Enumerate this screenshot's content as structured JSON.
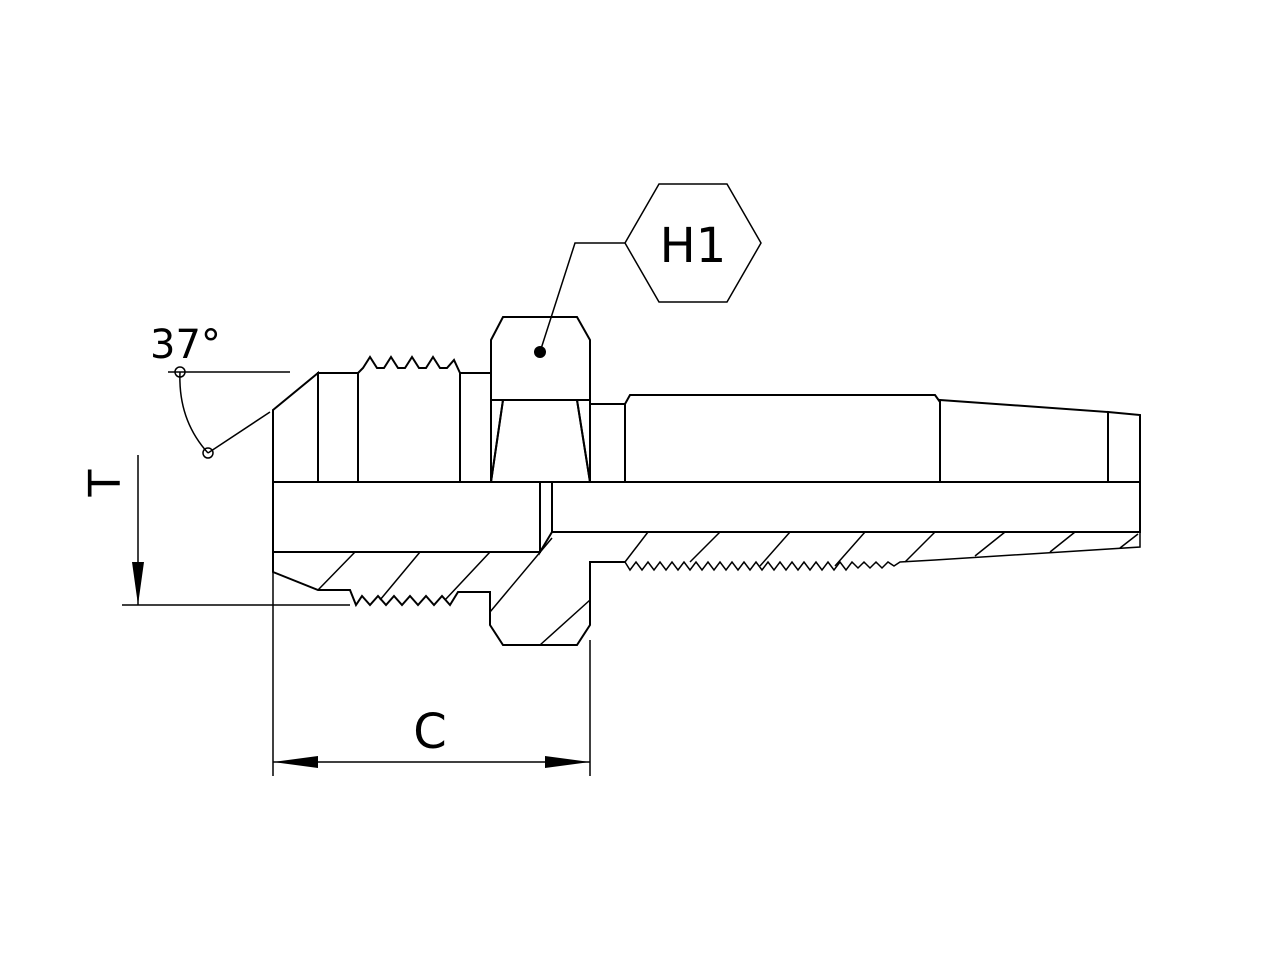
{
  "drawing": {
    "angle_label": "37°",
    "hex_callout_label": "H1",
    "dimension_T_label": "T",
    "dimension_C_label": "C"
  },
  "colors": {
    "metal_light": "#f2f2f4",
    "metal_dark": "#8c8c92",
    "thread_tint": "#b8b8d8",
    "hex_gray": "#a9a9ad",
    "line": "#000000"
  }
}
